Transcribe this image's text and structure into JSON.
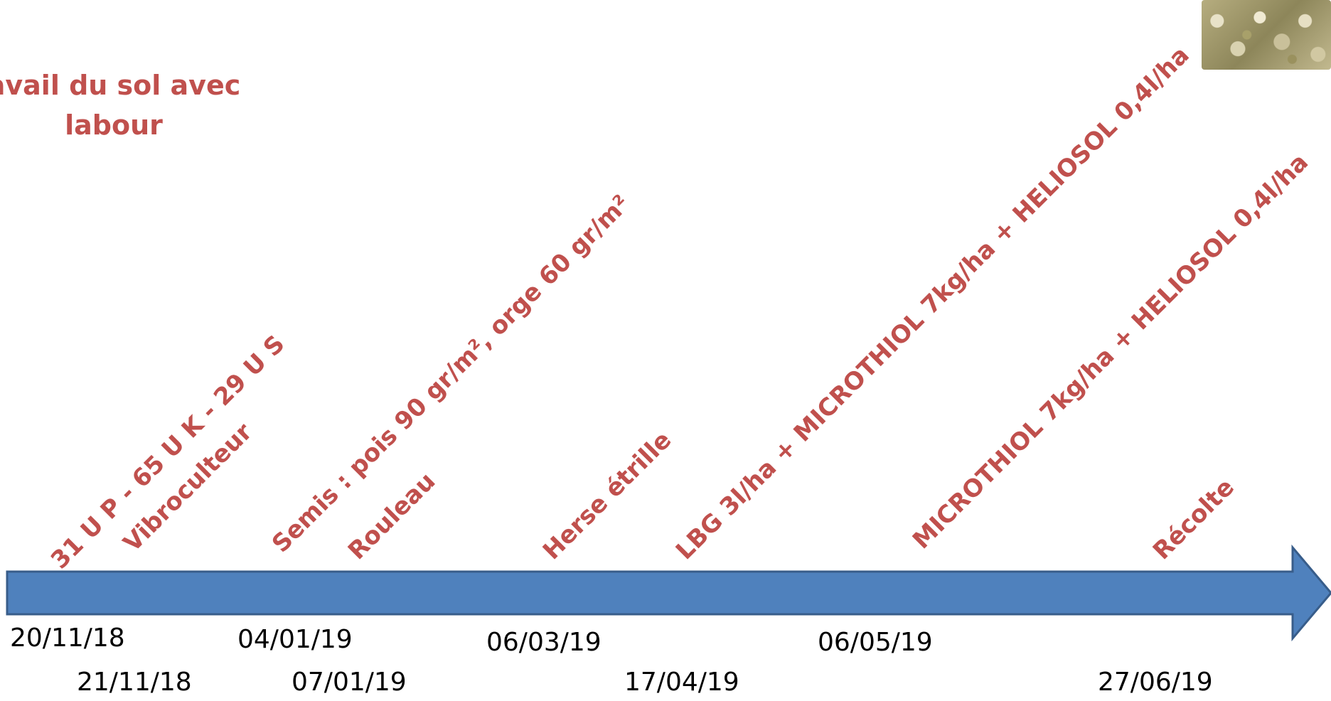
{
  "title": "avail du sol avec labour",
  "photo": "seed-mix-photo",
  "colors": {
    "arrow_fill": "#4f81bd",
    "arrow_stroke": "#385d8a",
    "label": "#c0504d"
  },
  "events": [
    {
      "label": "31 U P - 65 U K - 29 U S"
    },
    {
      "label": "Vibroculteur"
    },
    {
      "label": "Semis : pois 90 gr/m², orge 60 gr/m²"
    },
    {
      "label": "Rouleau"
    },
    {
      "label": "Herse étrille"
    },
    {
      "label": "LBG 3l/ha + MICROTHIOL 7kg/ha + HELIOSOL 0,4l/ha"
    },
    {
      "label": "MICROTHIOL 7kg/ha + HELIOSOL 0,4l/ha"
    },
    {
      "label": "Récolte"
    }
  ],
  "dates": [
    "20/11/18",
    "21/11/18",
    "04/01/19",
    "07/01/19",
    "06/03/19",
    "17/04/19",
    "06/05/19",
    "27/06/19"
  ]
}
